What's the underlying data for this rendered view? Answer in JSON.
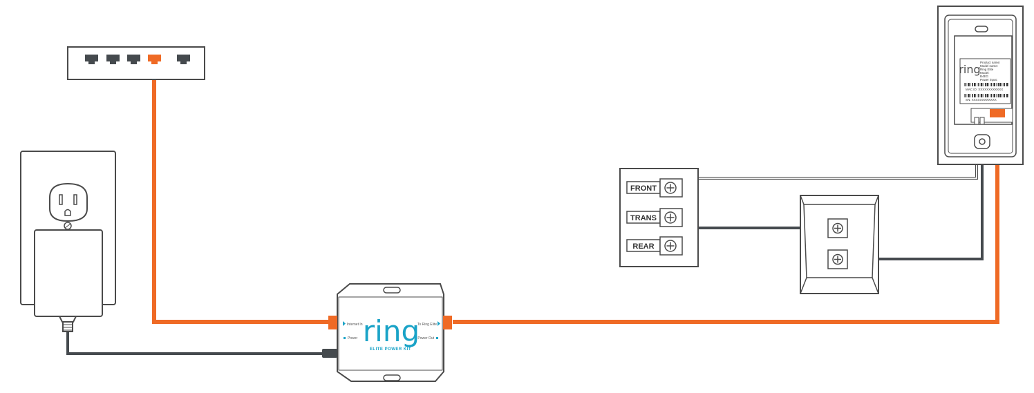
{
  "colors": {
    "ethernet": "#ef6a25",
    "power_wire": "#454a4e",
    "bell_wire": "#d2d2d2",
    "outline": "#4a4a4a",
    "brand": "#1aa3c7"
  },
  "router": {
    "port_count": 5,
    "active_port_index": 3
  },
  "power_kit": {
    "brand": "ring",
    "subtitle": "ELITE POWER KIT",
    "internet_in": "Internet In",
    "to_ring_elite": "To Ring Elite",
    "power_label": "Power",
    "power_out": "Power Out"
  },
  "chime_terminals": [
    "FRONT",
    "TRANS",
    "REAR"
  ],
  "doorbell": {
    "brand": "ring",
    "lines": [
      "Product name:",
      "Model name:",
      "Ring Elite",
      "Model:",
      "B4EG",
      "Power input:"
    ],
    "mac": "MAC ID: XXXXXXXXXXXX",
    "ssn": "SN: XXXXXXXXXXXX"
  }
}
